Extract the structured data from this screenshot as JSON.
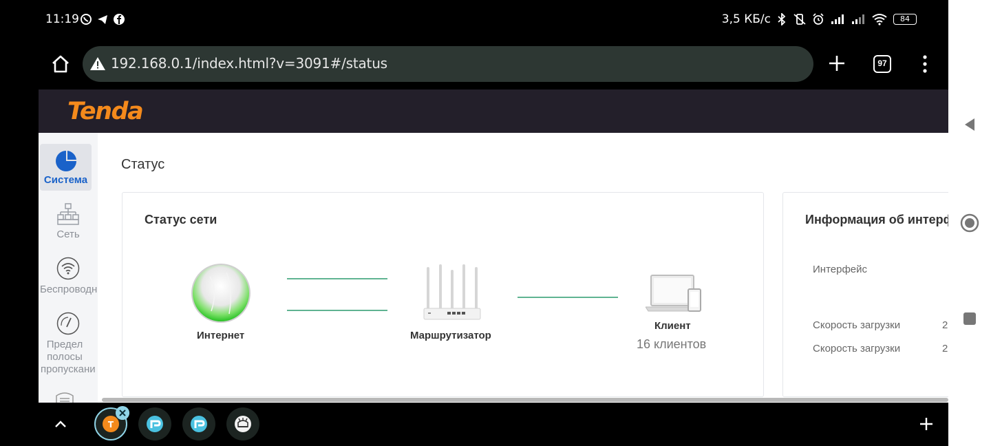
{
  "status_bar": {
    "time": "11:19",
    "speed": "3,5 КБ/с",
    "battery": "84"
  },
  "browser": {
    "url": "192.168.0.1/index.html?v=3091#/status",
    "tab_count": "97"
  },
  "router": {
    "brand": "Tenda"
  },
  "sidebar": {
    "items": [
      {
        "label": "Система",
        "icon": "pie-chart-icon",
        "active": true
      },
      {
        "label": "Сеть",
        "icon": "network-tree-icon",
        "active": false
      },
      {
        "label": "Беспроводн",
        "icon": "wifi-icon",
        "active": false
      },
      {
        "label": "Предел полосы пропускани",
        "icon": "gauge-icon",
        "active": false
      }
    ]
  },
  "main": {
    "title": "Статус",
    "network_card": {
      "title": "Статус сети",
      "internet_label": "Интернет",
      "router_label": "Маршрутизатор",
      "client_label": "Клиент",
      "client_count": "16 клиентов"
    },
    "interface_card": {
      "title": "Информация об интерф",
      "rows": [
        {
          "key": "Интерфейс",
          "value": ""
        },
        {
          "key": "Скорость загрузки",
          "value": "2"
        },
        {
          "key": "Скорость загрузки",
          "value": "2"
        }
      ]
    }
  },
  "colors": {
    "accent_blue": "#1a62c9",
    "brand_orange": "#f48a1c",
    "link_green": "#5fb391",
    "header_dark": "#231f2a"
  }
}
